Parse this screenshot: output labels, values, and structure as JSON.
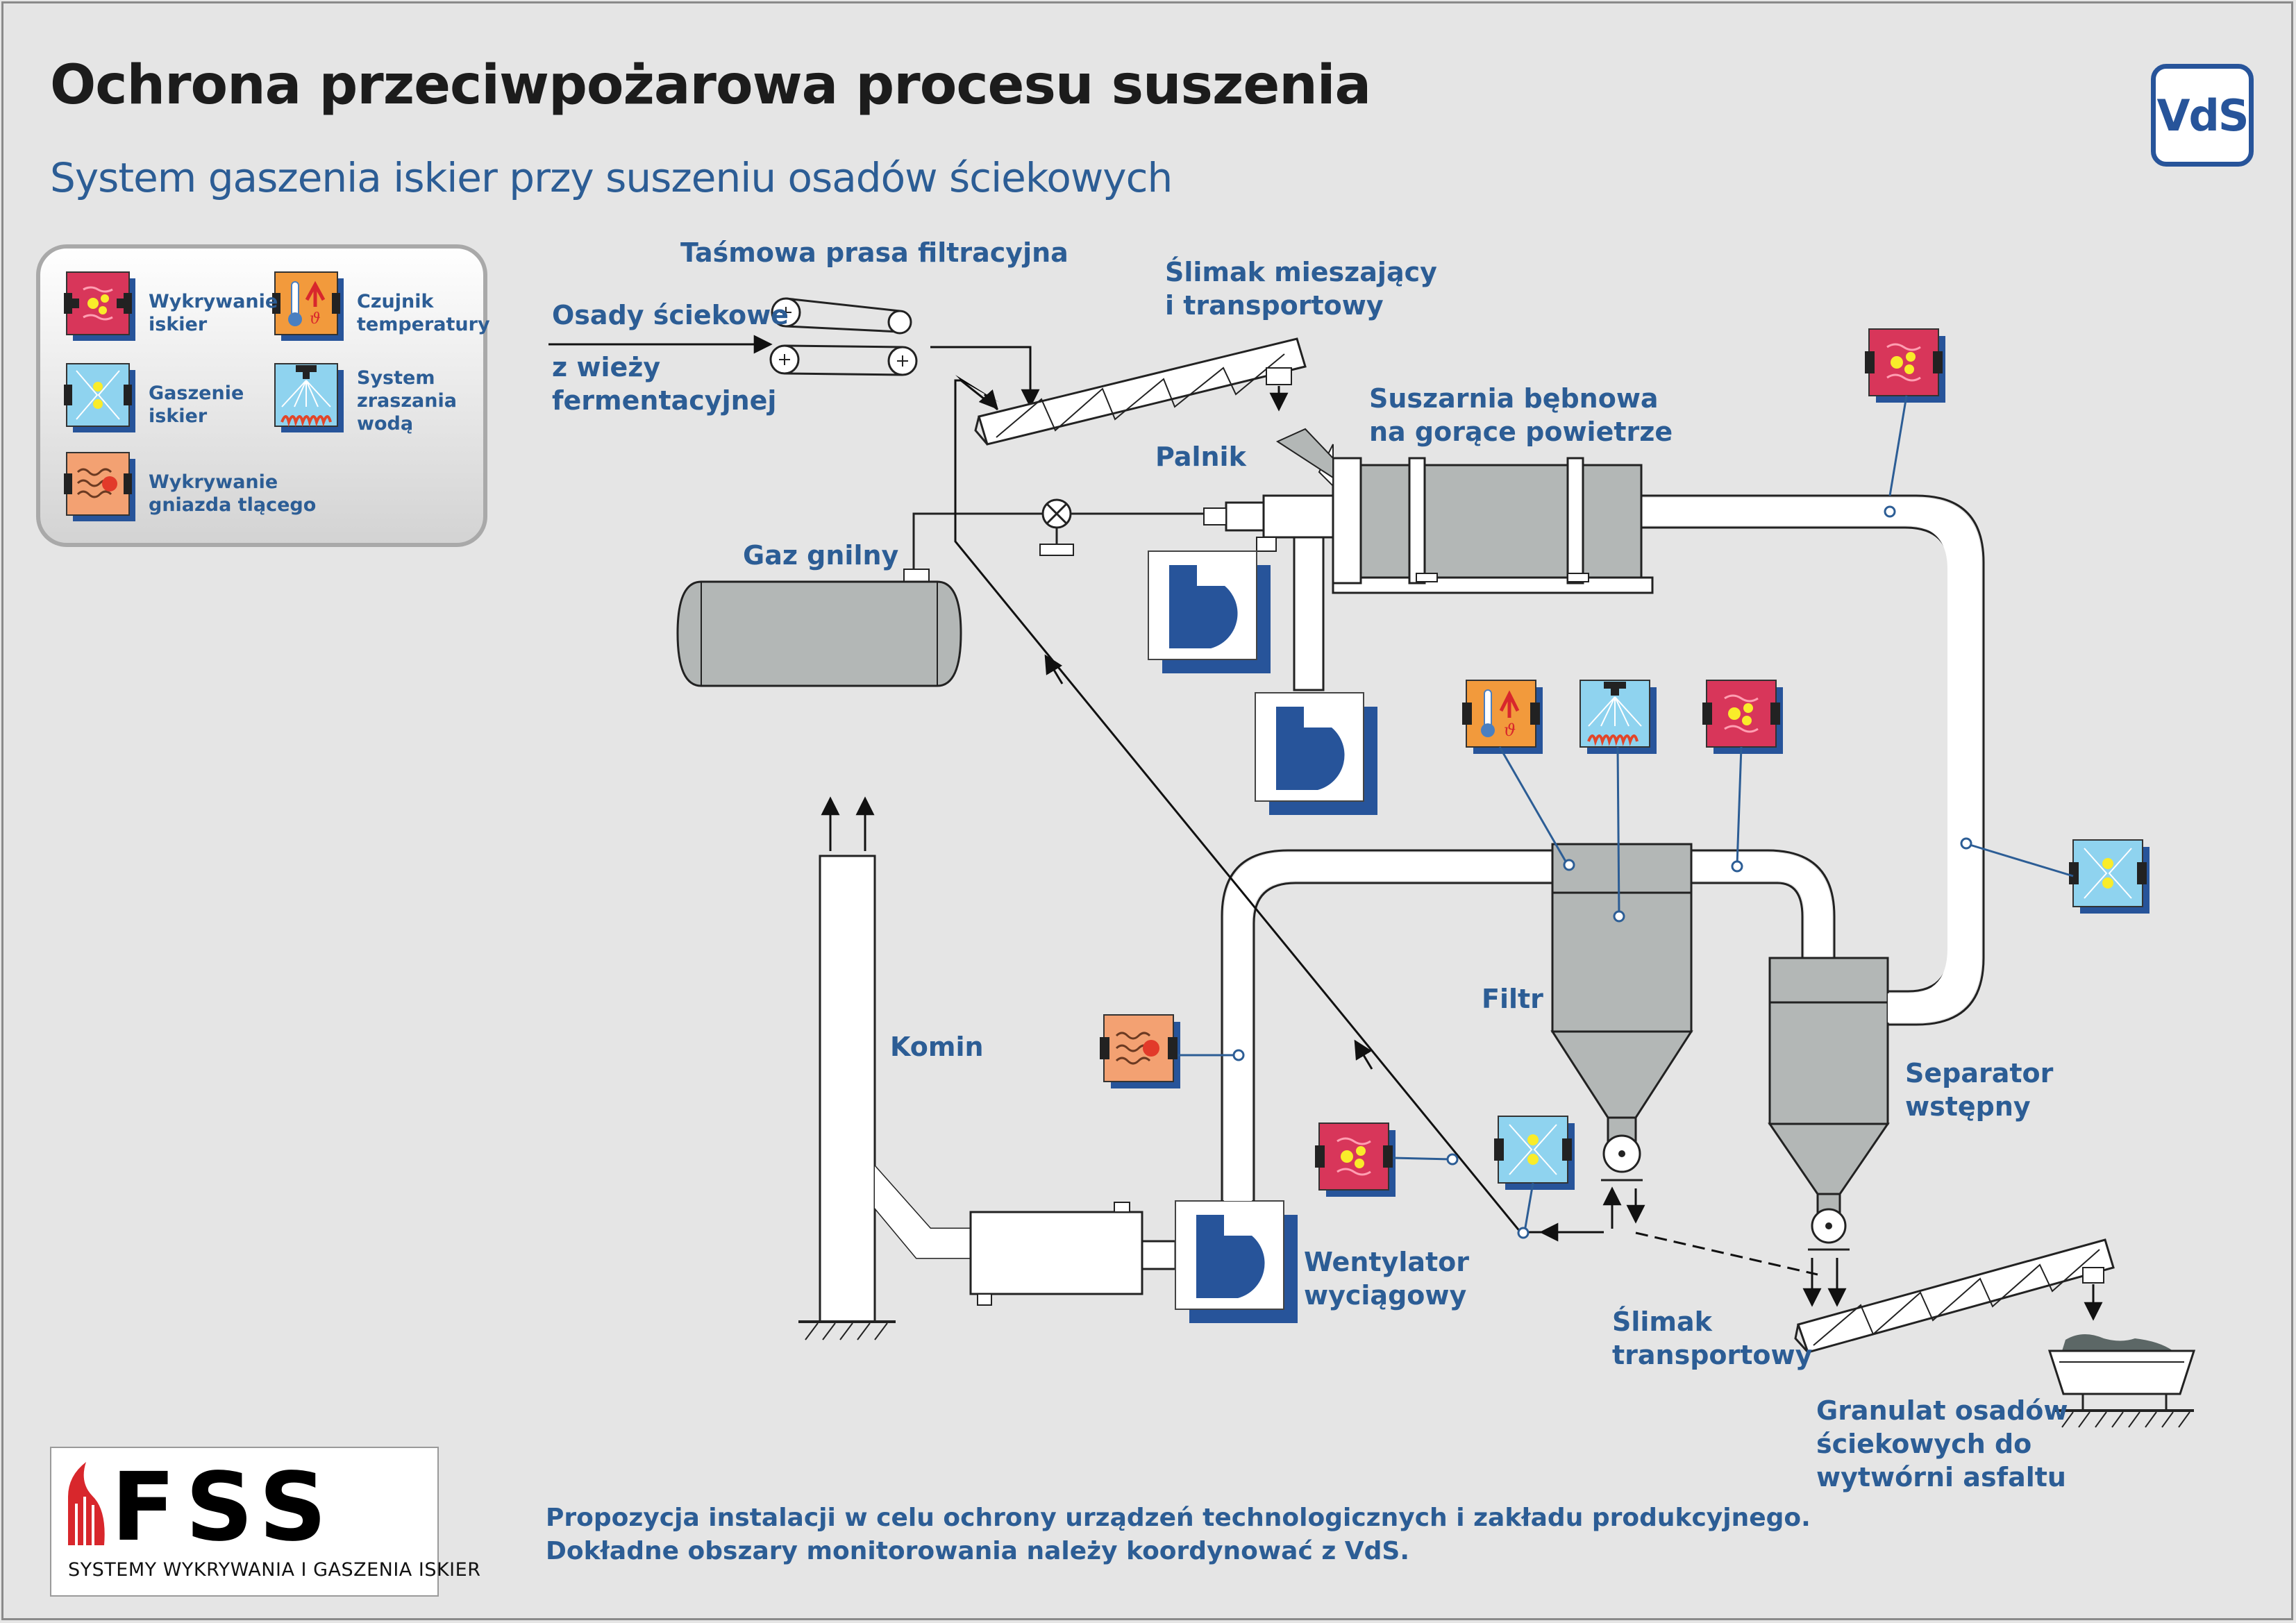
{
  "title": "Ochrona przeciwpożarowa procesu suszenia",
  "subtitle": "System gaszenia iskier przy suszeniu osadów ściekowych",
  "badge": "VdS",
  "legend": {
    "items": [
      {
        "label": "Wykrywanie\niskier",
        "icon": "spark-detector-icon"
      },
      {
        "label": "Czujnik\ntemperatury",
        "icon": "temperature-sensor-icon"
      },
      {
        "label": "Gaszenie\niskier",
        "icon": "spark-extinguishing-icon"
      },
      {
        "label": "System\nzraszania\nwodą",
        "icon": "water-sprinkler-icon"
      },
      {
        "label": "Wykrywanie\ngniazda tlącego",
        "icon": "ember-detector-icon"
      }
    ]
  },
  "labels": {
    "belt_press": "Taśmowa prasa filtracyjna",
    "sludge": "Osady ściekowe",
    "from_tower": "z wieży\nfermentacyjnej",
    "mixing_screw": "Ślimak mieszający\ni transportowy",
    "dryer": "Suszarnia bębnowa\nna gorące powietrze",
    "burner": "Palnik",
    "biogas": "Gaz gnilny",
    "filter": "Filtr",
    "separator": "Separator\nwstępny",
    "chimney": "Komin",
    "fan": "Wentylator\nwyciągowy",
    "transport_screw": "Ślimak\ntransportowy",
    "granulate": "Granulat osadów\nściekowych do\nwytwórni asfaltu"
  },
  "note": {
    "line1": "Propozycja instalacji w celu ochrony urządzeń technologicznych i zakładu produkcyjnego.",
    "line2": "Dokładne obszary monitorowania należy koordynować z VdS."
  },
  "logo": {
    "letters": "FSS",
    "tagline": "SYSTEMY WYKRYWANIA I GASZENIA ISKIER"
  },
  "colors": {
    "text_blue": "#2c5d95",
    "spark_detection": "#d8365a",
    "temperature": "#f29a3c",
    "extinguishing": "#8fd3ef",
    "ember": "#f3a172",
    "equipment_grey": "#b3b7b6",
    "fan_blue": "#27549a"
  }
}
